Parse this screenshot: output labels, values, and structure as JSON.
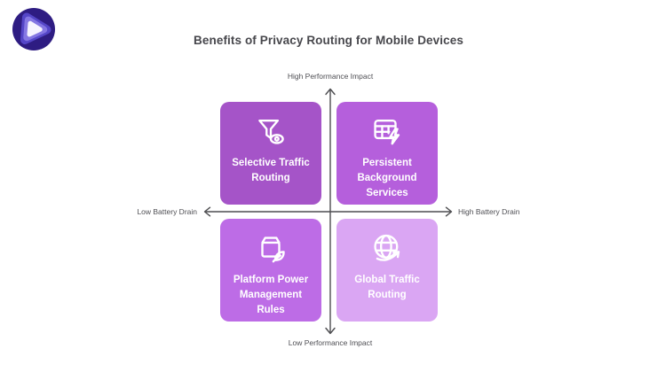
{
  "title": "Benefits of Privacy Routing for Mobile Devices",
  "brand": {
    "logo_icon": "vpn-brand-logo",
    "colors": {
      "outer": "#2e1c82",
      "ring": "#5546c8",
      "inner_ring": "#8577e3",
      "core": "#f7f4ff"
    }
  },
  "axes": {
    "top": "High Performance Impact",
    "bottom": "Low Performance Impact",
    "left": "Low Battery Drain",
    "right": "High Battery Drain",
    "line_color": "#4d4d50"
  },
  "quadrants": [
    {
      "position": "top-left",
      "label": "Selective Traffic Routing",
      "icon": "filter-eye-icon",
      "color": "#a554c8"
    },
    {
      "position": "top-right",
      "label": "Persistent Background Services",
      "icon": "table-bolt-icon",
      "color": "#b55fdc"
    },
    {
      "position": "bottom-left",
      "label": "Platform Power Management Rules",
      "icon": "package-leaf-icon",
      "color": "#bd6ce6"
    },
    {
      "position": "bottom-right",
      "label": "Global Traffic Routing",
      "icon": "globe-arrow-icon",
      "color": "#daa6f3"
    }
  ]
}
